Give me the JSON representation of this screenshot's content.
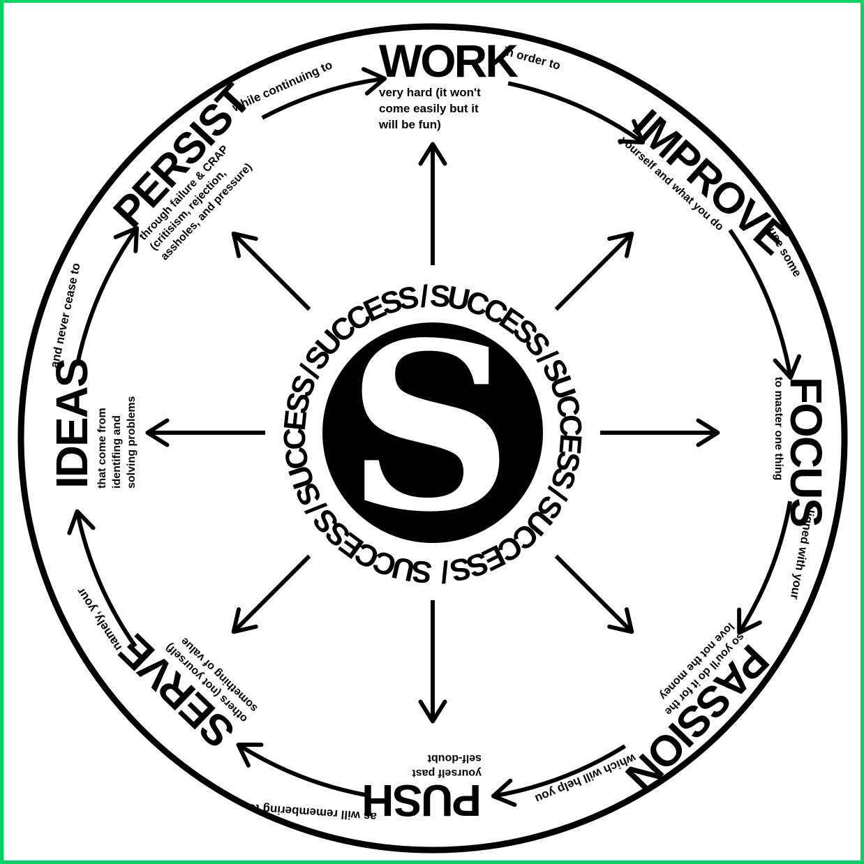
{
  "colors": {
    "frame": "#00d564",
    "ink": "#000000",
    "background": "#ffffff"
  },
  "center": {
    "logo_letter": "S",
    "ring_text": "SUCCESS / SUCCESS / SUCCESS / SUCCESS / SUCCESS / SUCCESS / "
  },
  "cycle": {
    "work": {
      "label": "WORK",
      "sub": [
        "very hard (it won't",
        "come easily but it",
        "will be fun)"
      ]
    },
    "improve": {
      "label": "IMPROVE",
      "sub": [
        "yourself and what you do"
      ]
    },
    "focus": {
      "label": "FOCUS",
      "sub": [
        "to master one thing"
      ]
    },
    "passion": {
      "label": "PASSION",
      "sub": [
        "so you'll do it for the",
        "love not the money"
      ]
    },
    "push": {
      "label": "PUSH",
      "sub": [
        "yourself past",
        "self-doubt"
      ]
    },
    "serve": {
      "label": "SERVE",
      "sub": [
        "others (not yourself)",
        "something of value"
      ]
    },
    "ideas": {
      "label": "IDEAS",
      "sub": [
        "that come from",
        "identifing and",
        "solving problems"
      ]
    },
    "persist": {
      "label": "PERSIST",
      "sub": [
        "through failure & CRAP",
        "(critisism, rejection,",
        "assholes, and pressure)"
      ]
    }
  },
  "connectors": {
    "persist_to_work": "while continuing to",
    "work_to_improve": "in order to",
    "improve_to_focus": "use some",
    "focus_to_passion": "aligned with your",
    "passion_to_push": "which will help you",
    "push_to_serve": "as will remembering to",
    "serve_to_ideas": "namely, your",
    "ideas_to_persist": "and never cease to"
  }
}
